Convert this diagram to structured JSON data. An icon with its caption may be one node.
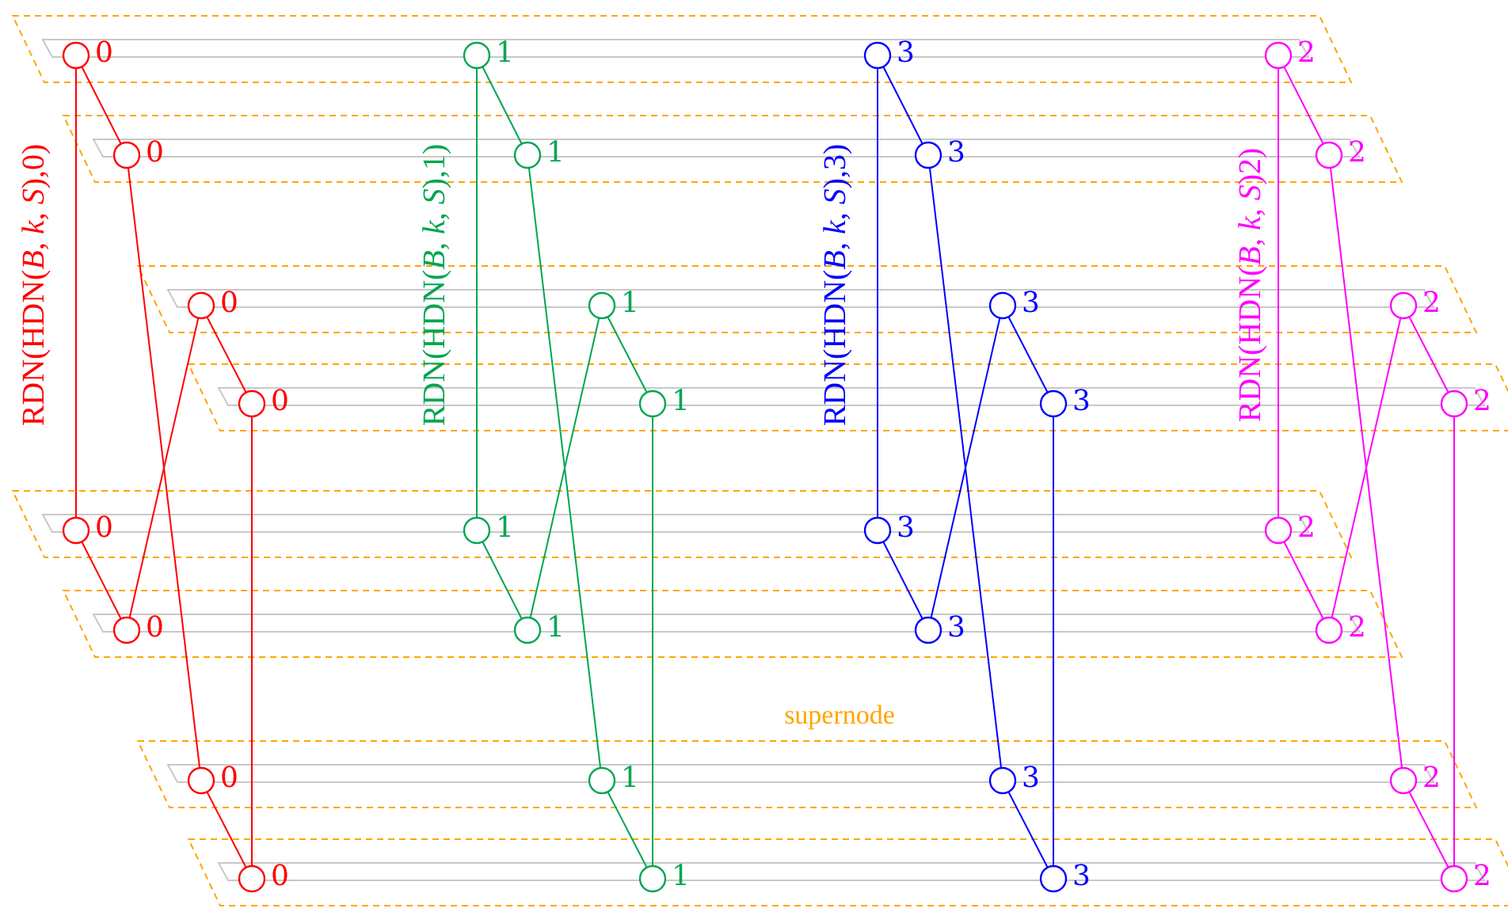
{
  "diagram": {
    "nodes": [
      {
        "text": [],
        "shape": "parallelogram"
      },
      {
        "text": [],
        "shape": "circle",
        "in": 0,
        "beside": [
          "0"
        ]
      },
      {
        "text": [],
        "shape": "circle",
        "in": 0,
        "beside": [
          "1"
        ]
      },
      {
        "text": [],
        "shape": "circle",
        "in": 0,
        "beside": [
          "3"
        ]
      },
      {
        "text": [],
        "shape": "circle",
        "in": 0,
        "beside": [
          "2"
        ]
      },
      {
        "text": [],
        "shape": "parallelogram"
      },
      {
        "text": [],
        "shape": "circle",
        "in": 5,
        "beside": [
          "0"
        ]
      },
      {
        "text": [],
        "shape": "circle",
        "in": 5,
        "beside": [
          "1"
        ]
      },
      {
        "text": [],
        "shape": "circle",
        "in": 5,
        "beside": [
          "3"
        ]
      },
      {
        "text": [],
        "shape": "circle",
        "in": 5,
        "beside": [
          "2"
        ]
      },
      {
        "text": [],
        "shape": "parallelogram"
      },
      {
        "text": [],
        "shape": "circle",
        "in": 10,
        "beside": [
          "0"
        ]
      },
      {
        "text": [],
        "shape": "circle",
        "in": 10,
        "beside": [
          "1"
        ]
      },
      {
        "text": [],
        "shape": "circle",
        "in": 10,
        "beside": [
          "3"
        ]
      },
      {
        "text": [],
        "shape": "circle",
        "in": 10,
        "beside": [
          "2"
        ]
      },
      {
        "text": [],
        "shape": "parallelogram"
      },
      {
        "text": [],
        "shape": "circle",
        "in": 15,
        "beside": [
          "0"
        ]
      },
      {
        "text": [],
        "shape": "circle",
        "in": 15,
        "beside": [
          "1"
        ]
      },
      {
        "text": [],
        "shape": "circle",
        "in": 15,
        "beside": [
          "3"
        ]
      },
      {
        "text": [],
        "shape": "circle",
        "in": 15,
        "beside": [
          "2"
        ]
      },
      {
        "text": [],
        "shape": "parallelogram"
      },
      {
        "text": [],
        "shape": "circle",
        "in": 20,
        "beside": [
          "0"
        ]
      },
      {
        "text": [],
        "shape": "circle",
        "in": 20,
        "beside": [
          "1"
        ]
      },
      {
        "text": [],
        "shape": "circle",
        "in": 20,
        "beside": [
          "3"
        ]
      },
      {
        "text": [],
        "shape": "circle",
        "in": 20,
        "beside": [
          "2"
        ]
      },
      {
        "text": [],
        "shape": "parallelogram"
      },
      {
        "text": [],
        "shape": "circle",
        "in": 25,
        "beside": [
          "0"
        ]
      },
      {
        "text": [],
        "shape": "circle",
        "in": 25,
        "beside": [
          "1"
        ]
      },
      {
        "text": [],
        "shape": "circle",
        "in": 25,
        "beside": [
          "3"
        ]
      },
      {
        "text": [],
        "shape": "circle",
        "in": 25,
        "beside": [
          "2"
        ]
      },
      {
        "text": [],
        "shape": "parallelogram"
      },
      {
        "text": [],
        "shape": "circle",
        "in": 30,
        "beside": [
          "0"
        ]
      },
      {
        "text": [],
        "shape": "circle",
        "in": 30,
        "beside": [
          "1"
        ]
      },
      {
        "text": [],
        "shape": "circle",
        "in": 30,
        "beside": [
          "3"
        ]
      },
      {
        "text": [],
        "shape": "circle",
        "in": 30,
        "beside": [
          "2"
        ]
      },
      {
        "text": [],
        "shape": "parallelogram"
      },
      {
        "text": [],
        "shape": "circle",
        "in": 35,
        "beside": [
          "0"
        ]
      },
      {
        "text": [],
        "shape": "circle",
        "in": 35,
        "beside": [
          "1"
        ]
      },
      {
        "text": [],
        "shape": "circle",
        "in": 35,
        "beside": [
          "3"
        ]
      },
      {
        "text": [],
        "shape": "circle",
        "in": 35,
        "beside": [
          "2"
        ]
      }
    ],
    "edges": [
      {
        "from": 1,
        "to": 21,
        "arrow": "none",
        "color": "#ff0000"
      },
      {
        "from": 1,
        "to": 6,
        "arrow": "none",
        "color": "#ff0000"
      },
      {
        "from": 6,
        "to": 31,
        "arrow": "none",
        "color": "#ff0000"
      },
      {
        "from": 11,
        "to": 26,
        "arrow": "none",
        "color": "#ff0000"
      },
      {
        "from": 11,
        "to": 16,
        "arrow": "none",
        "color": "#ff0000"
      },
      {
        "from": 16,
        "to": 36,
        "arrow": "none",
        "color": "#ff0000"
      },
      {
        "from": 21,
        "to": 26,
        "arrow": "none",
        "color": "#ff0000"
      },
      {
        "from": 31,
        "to": 36,
        "arrow": "none",
        "color": "#ff0000"
      },
      {
        "from": 2,
        "to": 22,
        "arrow": "none",
        "color": "#00a651"
      },
      {
        "from": 2,
        "to": 7,
        "arrow": "none",
        "color": "#00a651"
      },
      {
        "from": 7,
        "to": 32,
        "arrow": "none",
        "color": "#00a651"
      },
      {
        "from": 12,
        "to": 27,
        "arrow": "none",
        "color": "#00a651"
      },
      {
        "from": 12,
        "to": 17,
        "arrow": "none",
        "color": "#00a651"
      },
      {
        "from": 17,
        "to": 37,
        "arrow": "none",
        "color": "#00a651"
      },
      {
        "from": 22,
        "to": 27,
        "arrow": "none",
        "color": "#00a651"
      },
      {
        "from": 32,
        "to": 37,
        "arrow": "none",
        "color": "#00a651"
      },
      {
        "from": 3,
        "to": 23,
        "arrow": "none",
        "color": "#0000ff"
      },
      {
        "from": 3,
        "to": 8,
        "arrow": "none",
        "color": "#0000ff"
      },
      {
        "from": 8,
        "to": 33,
        "arrow": "none",
        "color": "#0000ff"
      },
      {
        "from": 13,
        "to": 28,
        "arrow": "none",
        "color": "#0000ff"
      },
      {
        "from": 13,
        "to": 18,
        "arrow": "none",
        "color": "#0000ff"
      },
      {
        "from": 18,
        "to": 38,
        "arrow": "none",
        "color": "#0000ff"
      },
      {
        "from": 23,
        "to": 28,
        "arrow": "none",
        "color": "#0000ff"
      },
      {
        "from": 33,
        "to": 38,
        "arrow": "none",
        "color": "#0000ff"
      },
      {
        "from": 4,
        "to": 24,
        "arrow": "none",
        "color": "#ff00ff"
      },
      {
        "from": 4,
        "to": 9,
        "arrow": "none",
        "color": "#ff00ff"
      },
      {
        "from": 9,
        "to": 34,
        "arrow": "none",
        "color": "#ff00ff"
      },
      {
        "from": 14,
        "to": 29,
        "arrow": "none",
        "color": "#ff00ff"
      },
      {
        "from": 14,
        "to": 19,
        "arrow": "none",
        "color": "#ff00ff"
      },
      {
        "from": 19,
        "to": 39,
        "arrow": "none",
        "color": "#ff00ff"
      },
      {
        "from": 24,
        "to": 29,
        "arrow": "none",
        "color": "#ff00ff"
      },
      {
        "from": 34,
        "to": 39,
        "arrow": "none",
        "color": "#ff00ff"
      }
    ],
    "labels": [
      "RDN(HDN(*B*, *k*, *S*),0)",
      "RDN(HDN(*B*, *k*, *S*),1)",
      "RDN(HDN(*B*, *k*, *S*),3)",
      "RDN(HDN(*B*, *k*, *S*)2)",
      "supernode"
    ]
  }
}
